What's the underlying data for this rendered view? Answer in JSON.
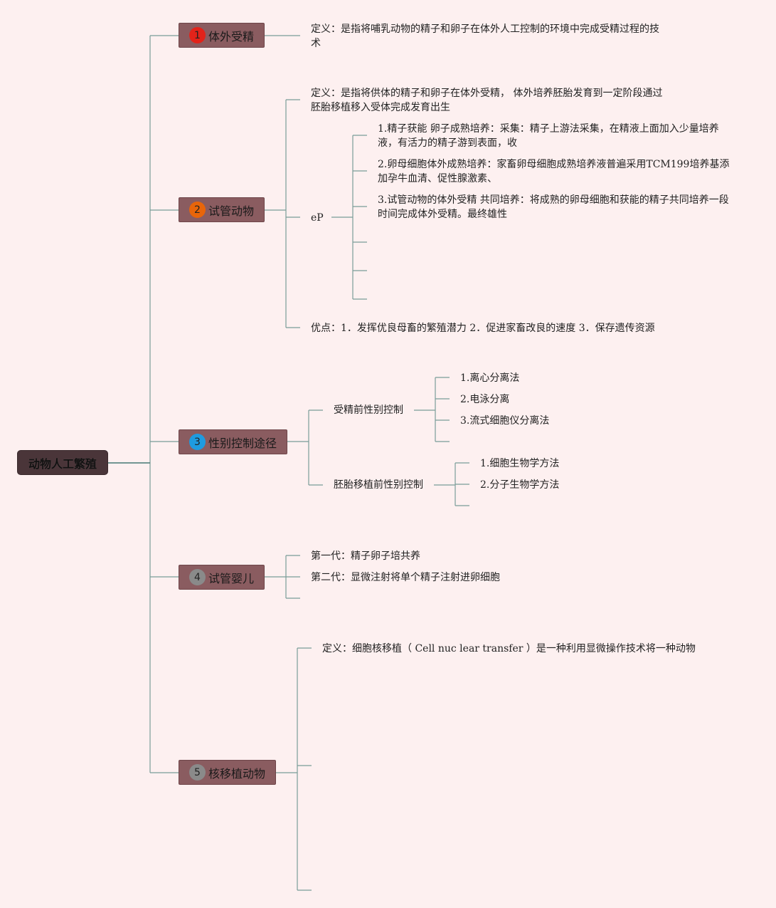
{
  "root": {
    "label": "动物人工繁殖"
  },
  "branches": [
    {
      "number": "1",
      "badge_color": "#e2231a",
      "label": "体外受精",
      "children": [
        "定义：是指将哺乳动物的精子和卵子在体外人工控制的环境中完成受精过程的技术"
      ]
    },
    {
      "number": "2",
      "badge_color": "#e8650a",
      "label": "试管动物",
      "definition": "定义：是指将供体的精子和卵子在体外受精， 体外培养胚胎发育到一定阶段通过胚胎移植移入受体完成发育出生",
      "ep_label": "eP",
      "ep_items": [
        "1.精子获能 卵子成熟培养：采集：精子上游法采集，在精液上面加入少量培养液，有活力的精子游到表面，收",
        "2.卵母细胞体外成熟培养：家畜卵母细胞成熟培养液普遍采用TCM199培养基添加孕牛血清、促性腺激素、",
        "3.试管动物的体外受精 共同培养：将成熟的卵母细胞和获能的精子共同培养一段时间完成体外受精。最终雄性"
      ],
      "advantages": "优点：1．发挥优良母畜的繁殖潜力 2．促进家畜改良的速度 3．保存遗传资源"
    },
    {
      "number": "3",
      "badge_color": "#1e9be0",
      "label": "性别控制途径",
      "groups": [
        {
          "label": "受精前性别控制",
          "items": [
            "1.离心分离法",
            "2.电泳分离",
            "3.流式细胞仪分离法"
          ]
        },
        {
          "label": "胚胎移植前性别控制",
          "items": [
            "1.细胞生物学方法",
            "2.分子生物学方法"
          ]
        }
      ]
    },
    {
      "number": "4",
      "badge_color": "#8a8a8a",
      "label": "试管婴儿",
      "children": [
        "第一代：精子卵子培共养",
        "第二代：显微注射将单个精子注射进卵细胞"
      ]
    },
    {
      "number": "5",
      "badge_color": "#8a8a8a",
      "label": "核移植动物",
      "children": [
        "定义：细胞核移植（ Cell nuc lear transfer ）是一种利用显微操作技术将一种动物"
      ]
    }
  ]
}
